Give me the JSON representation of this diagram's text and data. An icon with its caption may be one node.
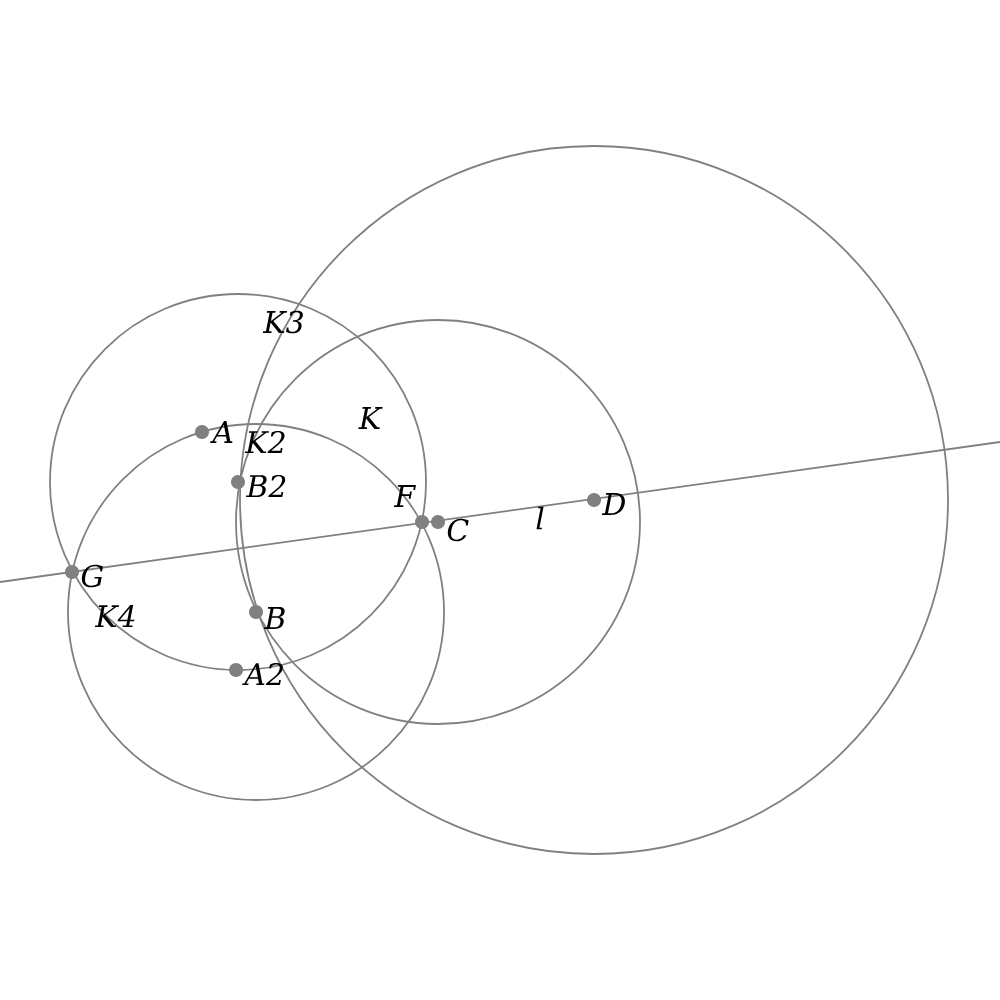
{
  "diagram": {
    "nodes": [
      {
        "text": [
          "A"
        ]
      },
      {
        "text": [
          "B2"
        ]
      },
      {
        "text": [
          "G"
        ]
      },
      {
        "text": [
          "B"
        ]
      },
      {
        "text": [
          "A2"
        ]
      },
      {
        "text": [
          "F"
        ]
      },
      {
        "text": [
          "C"
        ]
      },
      {
        "text": [
          "D"
        ]
      }
    ],
    "labels": [
      "K3",
      "K",
      "K2",
      "K4",
      "l"
    ]
  }
}
